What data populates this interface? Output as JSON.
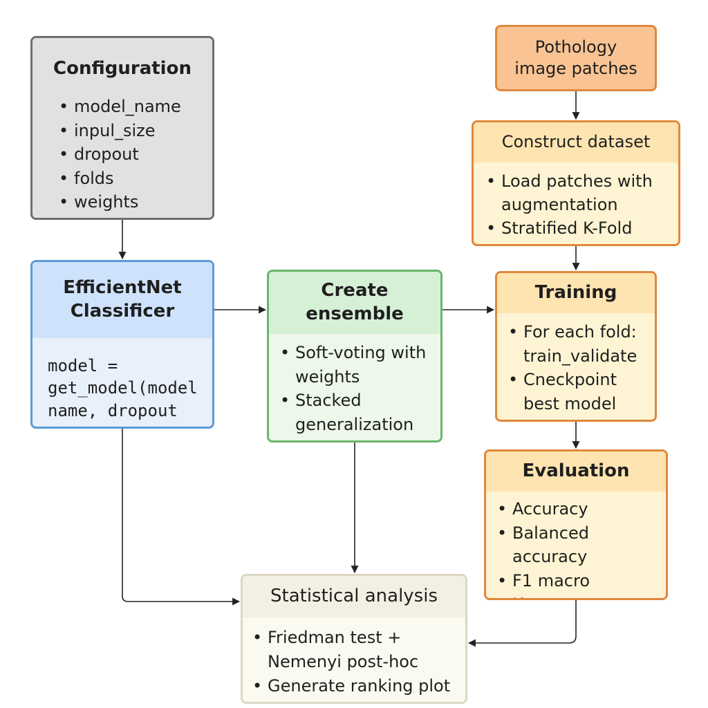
{
  "configuration": {
    "title": "Configuration",
    "items": [
      "model_name",
      "inpul_size",
      "dropout",
      "folds",
      "weights"
    ]
  },
  "patches": {
    "label": "Pothology\nimage patches"
  },
  "construct_dataset": {
    "title": "Construct dataset",
    "items": [
      "Load patches with augmentation",
      "Stratified K-Fold"
    ]
  },
  "efficientnet": {
    "title": "EfficientNet\nClassificer",
    "code": "model =\nget_model(model\nname, dropout"
  },
  "ensemble": {
    "title": "Create\nensemble",
    "items": [
      "Soft-voting with weights",
      "Stacked generalization"
    ]
  },
  "training": {
    "title": "Training",
    "items": [
      "For each fold: train_validate",
      "Cneckpoint best model"
    ]
  },
  "evaluation": {
    "title": "Evaluation",
    "items": [
      "Accuracy",
      "Balanced accuracy",
      "F1 macro",
      "Kappa"
    ]
  },
  "statistical_analysis": {
    "title": "Statistical analysis",
    "items": [
      "Friedman test + Nemenyi post-hoc",
      "Generate ranking plot"
    ]
  },
  "colors": {
    "config_fill": "#e1e1e1",
    "blue_fill": "#cfe2fb",
    "green_fill": "#d6f0d6",
    "orange_fill": "#f9c393",
    "cream_fill": "#fef4d3",
    "arrow": "#222222"
  }
}
